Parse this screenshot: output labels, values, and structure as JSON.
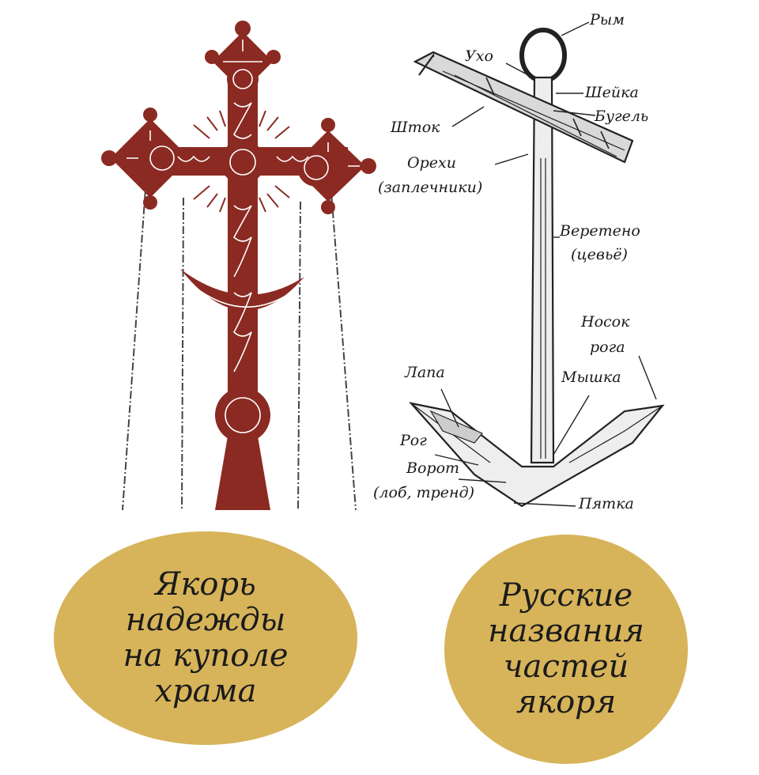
{
  "colors": {
    "cross": "#8b2a22",
    "ornament": "#ffffff",
    "badge": "#d7b45a",
    "ink": "#1a1a1a"
  },
  "anchor": {
    "labels": {
      "rym": "Рым",
      "ukho": "Ухо",
      "sheyka": "Шейка",
      "bugel": "Бугель",
      "shtok": "Шток",
      "orekhi": "Орехи",
      "zaplechniki": "(заплечники)",
      "vereteno": "Веретено",
      "tsevye": "(цевьё)",
      "nosok": "Носок",
      "roga": "рога",
      "myshka": "Мышка",
      "lapa": "Лапа",
      "rog": "Рог",
      "vorot": "Ворот",
      "lob": "(лоб, тренд)",
      "pyatka": "Пятка"
    }
  },
  "badges": {
    "left": [
      "Якорь",
      "надежды",
      "на куполе",
      "храма"
    ],
    "right": [
      "Русские",
      "названия",
      "частей",
      "якоря"
    ]
  }
}
